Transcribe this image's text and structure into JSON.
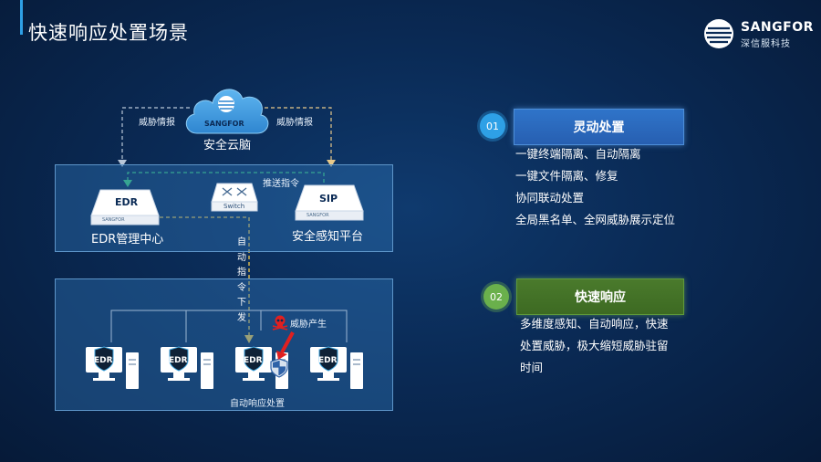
{
  "title": "快速响应处置场景",
  "logo": {
    "name": "SANGFOR",
    "subtitle": "深信服科技"
  },
  "cloud": {
    "brand": "SANGFOR",
    "label": "安全云脑",
    "left_arrow_label": "威胁情报",
    "right_arrow_label": "威胁情报"
  },
  "mgmt": {
    "edr_tag": "EDR",
    "edr_label": "EDR管理中心",
    "switch_label": "Switch",
    "push_label": "推送指令",
    "sip_tag": "SIP",
    "sip_label": "安全感知平台",
    "device_brand": "SANGFOR"
  },
  "auto_cmd_chars": [
    "自",
    "动",
    "指",
    "令",
    "下",
    "发"
  ],
  "endpoints": {
    "pc_labels": [
      "EDR",
      "EDR",
      "EDR",
      "EDR"
    ],
    "threat_label": "威胁产生",
    "response_label": "自动响应处置"
  },
  "sections": [
    {
      "number": "01",
      "heading": "灵动处置",
      "lines": [
        "一键终端隔离、自动隔离",
        "一键文件隔离、修复",
        "协同联动处置",
        "全局黑名单、全网威胁展示定位"
      ]
    },
    {
      "number": "02",
      "heading": "快速响应",
      "lines": [
        "多维度感知、自动响应，快速",
        "处置威胁，极大缩短威胁驻留",
        "时间"
      ]
    }
  ],
  "colors": {
    "accent_blue": "#2ea0e6",
    "box_blue": "#2f74c9",
    "box_green": "#4a7a2c",
    "badge_green": "#6ab04c",
    "threat_red": "#e02020",
    "dashed_green": "#3ed07a",
    "dashed_yellow": "#f2c94c"
  }
}
